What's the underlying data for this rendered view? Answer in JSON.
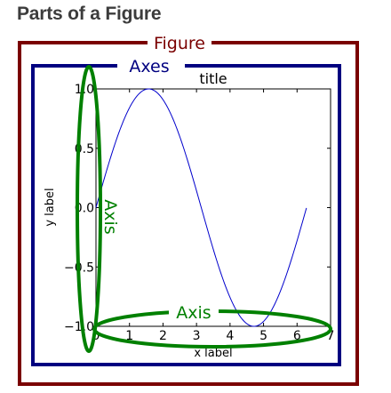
{
  "heading": "Parts of a Figure",
  "labels": {
    "figure": "Figure",
    "axes": "Axes",
    "y_axis": "Axis",
    "x_axis": "Axis"
  },
  "colors": {
    "figure": "#7a0000",
    "axes": "#000080",
    "axis": "#008000",
    "curve": "#0000cc"
  },
  "chart_data": {
    "type": "line",
    "title": "title",
    "xlabel": "x label",
    "ylabel": "y label",
    "xlim": [
      0,
      7
    ],
    "ylim": [
      -1,
      1
    ],
    "xticks": [
      {
        "value": 0,
        "label": "0"
      },
      {
        "value": 1,
        "label": "1"
      },
      {
        "value": 2,
        "label": "2"
      },
      {
        "value": 3,
        "label": "3"
      },
      {
        "value": 4,
        "label": "4"
      },
      {
        "value": 5,
        "label": "5"
      },
      {
        "value": 6,
        "label": "6"
      },
      {
        "value": 7,
        "label": "7"
      }
    ],
    "yticks": [
      {
        "value": -1,
        "label": "−1.0"
      },
      {
        "value": -0.5,
        "label": "−0.5"
      },
      {
        "value": 0,
        "label": "0.0"
      },
      {
        "value": 0.5,
        "label": "0.5"
      },
      {
        "value": 1,
        "label": "1.0"
      }
    ],
    "series": [
      {
        "function": "sin(x)",
        "x_range": [
          0,
          6.28
        ]
      }
    ]
  }
}
